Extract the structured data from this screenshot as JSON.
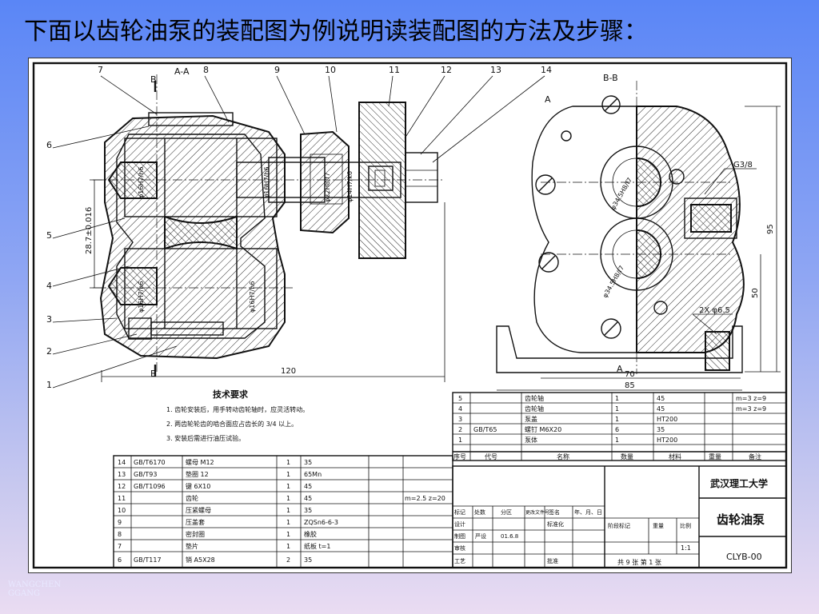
{
  "slide": {
    "title": "下面以齿轮油泵的装配图为例说明读装配图的方法及步骤：",
    "watermark": [
      "WANGCHEN",
      "GGANG"
    ]
  },
  "drawing": {
    "section_labels": {
      "aa": "A-A",
      "bb": "B-B",
      "b_top": "B",
      "b_bottom": "B",
      "a_arrow": "A",
      "a_bottom": "A"
    },
    "balloons": [
      "7",
      "8",
      "9",
      "10",
      "11",
      "12",
      "13",
      "14",
      "6",
      "5",
      "4",
      "3",
      "2",
      "1"
    ],
    "dimensions": {
      "center_distance": "28.7±0.016",
      "fit_d16_a": "φ16H7/h6",
      "fit_d16_b": "φ16H7/h6",
      "fit_d16_c": "φ16H7/h6",
      "fit_d16_d": "φ16H7/h6",
      "fit_d22": "φ22H8/f7",
      "fit_d14": "φ14H7/k6",
      "fit_d34_a": "φ34.5H8/f7",
      "fit_d34_b": "φ34.5H8/f7",
      "length_120": "120",
      "width_70": "70",
      "width_85": "85",
      "height_95": "95",
      "height_50": "50",
      "pipe_thread": "G3/8",
      "holes": "2X φ6.5"
    },
    "tech_requirements": {
      "heading": "技术要求",
      "items": [
        "1. 齿轮安装后，用手转动齿轮轴时，应灵活转动。",
        "2. 两齿轮轮齿的啮合面应占齿长的 3/4 以上。",
        "3. 安装后需进行油压试验。"
      ]
    },
    "gear_params_a": {
      "text": "m=3  z=9"
    },
    "gear_params_b": {
      "text": "m=3  z=9"
    },
    "gear_params_c": {
      "text": "m=2.5  z=20"
    },
    "parts_upper": [
      {
        "no": "5",
        "std": "",
        "name": "齿轮轴",
        "qty": "1",
        "material": "45"
      },
      {
        "no": "4",
        "std": "",
        "name": "齿轮轴",
        "qty": "1",
        "material": "45"
      },
      {
        "no": "3",
        "std": "",
        "name": "泵盖",
        "qty": "1",
        "material": "HT200"
      },
      {
        "no": "2",
        "std": "GB/T65",
        "name": "螺钉 M6X20",
        "qty": "6",
        "material": "35"
      },
      {
        "no": "1",
        "std": "",
        "name": "泵体",
        "qty": "1",
        "material": "HT200"
      }
    ],
    "parts_header": {
      "no": "序号",
      "std": "代号",
      "name": "名称",
      "qty": "数量",
      "material": "材料",
      "weight": "重量",
      "remark": "备注"
    },
    "parts_lower": [
      {
        "no": "14",
        "std": "GB/T6170",
        "name": "螺母 M12",
        "qty": "1",
        "material": "35"
      },
      {
        "no": "13",
        "std": "GB/T93",
        "name": "垫圈 12",
        "qty": "1",
        "material": "65Mn"
      },
      {
        "no": "12",
        "std": "GB/T1096",
        "name": "键 6X10",
        "qty": "1",
        "material": "45"
      },
      {
        "no": "11",
        "std": "",
        "name": "齿轮",
        "qty": "1",
        "material": "45"
      },
      {
        "no": "10",
        "std": "",
        "name": "压紧螺母",
        "qty": "1",
        "material": "35"
      },
      {
        "no": "9",
        "std": "",
        "name": "压盖套",
        "qty": "1",
        "material": "ZQSn6-6-3"
      },
      {
        "no": "8",
        "std": "",
        "name": "密封圈",
        "qty": "1",
        "material": "橡胶"
      },
      {
        "no": "7",
        "std": "",
        "name": "垫片",
        "qty": "1",
        "material": "纸板 t=1"
      },
      {
        "no": "6",
        "std": "GB/T117",
        "name": "销 A5X28",
        "qty": "2",
        "material": "35"
      }
    ],
    "title_block": {
      "school": "武汉理工大学",
      "part_name": "齿轮油泵",
      "drawing_no": "CLYB-00",
      "scale": "1:1",
      "sheet": "共 9 张   第 1 张",
      "labels": {
        "mark": "标记",
        "count": "处数",
        "zone": "分区",
        "change_doc": "更改文件号",
        "sign": "签名",
        "date": "年、月、日",
        "design": "设计",
        "standard": "标准化",
        "drafting": "制图",
        "review": "审核",
        "process": "工艺",
        "approve": "批准",
        "phase": "阶段标记",
        "weight": "重量",
        "ratio": "比例",
        "designer": "严设",
        "design_date": "01.6.8"
      }
    }
  }
}
